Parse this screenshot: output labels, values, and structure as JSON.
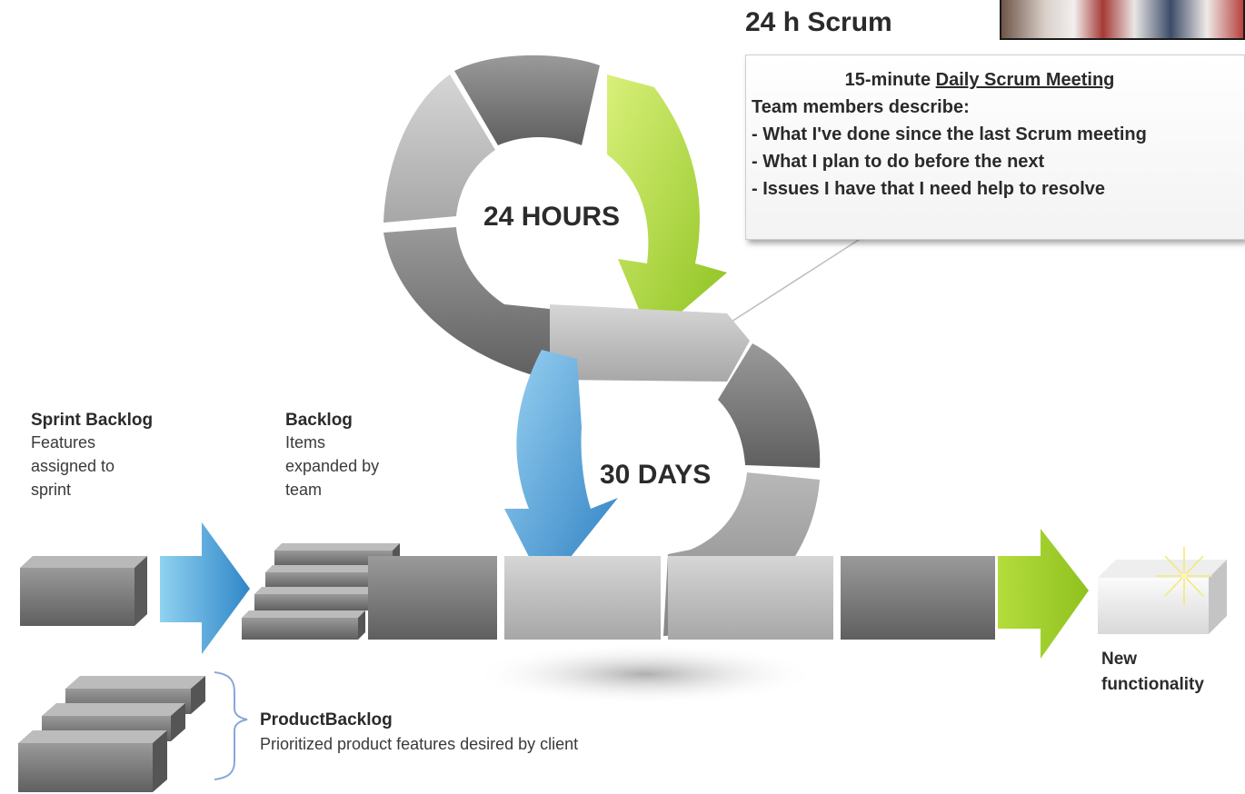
{
  "scrum": {
    "title": "24 h Scrum",
    "meeting_prefix": "15-minute ",
    "meeting_link": "Daily Scrum Meeting",
    "intro": "Team members describe:",
    "items": [
      "- What I've done since the last Scrum meeting",
      "- What I plan to do before the next",
      "- Issues I have that I need help to resolve"
    ]
  },
  "cycles": {
    "inner": "24 HOURS",
    "outer": "30 DAYS"
  },
  "sprint_backlog": {
    "title": "Sprint Backlog",
    "lines": [
      "Features",
      "assigned to",
      "sprint"
    ]
  },
  "backlog": {
    "title": "Backlog",
    "lines": [
      "Items",
      "expanded by",
      "team"
    ]
  },
  "product_backlog": {
    "title": "ProductBacklog",
    "desc": "Prioritized product features desired by client"
  },
  "new_functionality": {
    "lines": [
      "New",
      "functionality"
    ]
  },
  "colors": {
    "green_accent": "#9ccc2a",
    "blue_accent": "#3a8fd0",
    "gray_block": "#8c8c8c"
  }
}
